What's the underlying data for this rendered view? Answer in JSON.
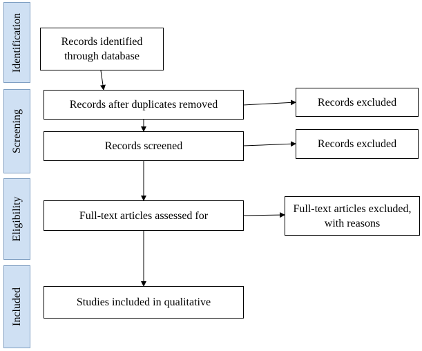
{
  "stages": {
    "identification": "Identification",
    "screening": "Screening",
    "eligibility": "Eligibility",
    "included": "Included"
  },
  "boxes": {
    "records_identified": "Records identified through database",
    "after_duplicates": "Records after duplicates removed",
    "excluded_1": "Records excluded",
    "screened": "Records screened",
    "excluded_2": "Records excluded",
    "fulltext_assessed": "Full-text articles assessed for",
    "fulltext_excluded": "Full-text articles excluded, with reasons",
    "included_qualitative": "Studies included in qualitative"
  },
  "colors": {
    "stage_fill": "#cfe0f3",
    "stage_border": "#7f9fc2",
    "box_border": "#000000"
  }
}
